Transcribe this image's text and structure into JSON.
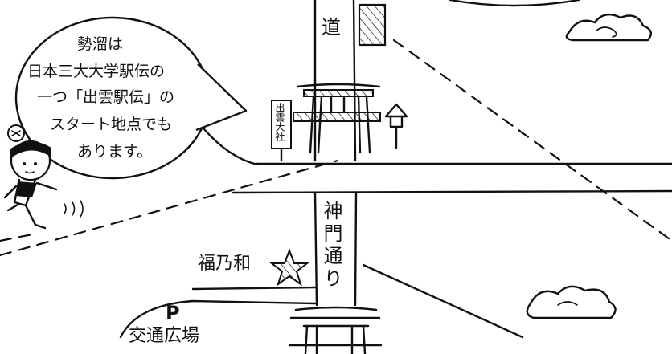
{
  "bubble": {
    "lines": [
      "勢溜は",
      "日本三大大学駅伝の",
      "一つ「出雲駅伝」の",
      "スタート地点でも",
      "あります。"
    ]
  },
  "labels": {
    "michi": "道",
    "shinmon_dori": "神門通り",
    "fukunowa": "福乃和",
    "parking_symbol": "P",
    "koutsu_hiroba": "交通広場",
    "signpost": "出雲大社"
  },
  "colors": {
    "ink": "#111111",
    "paper": "#ffffff"
  }
}
